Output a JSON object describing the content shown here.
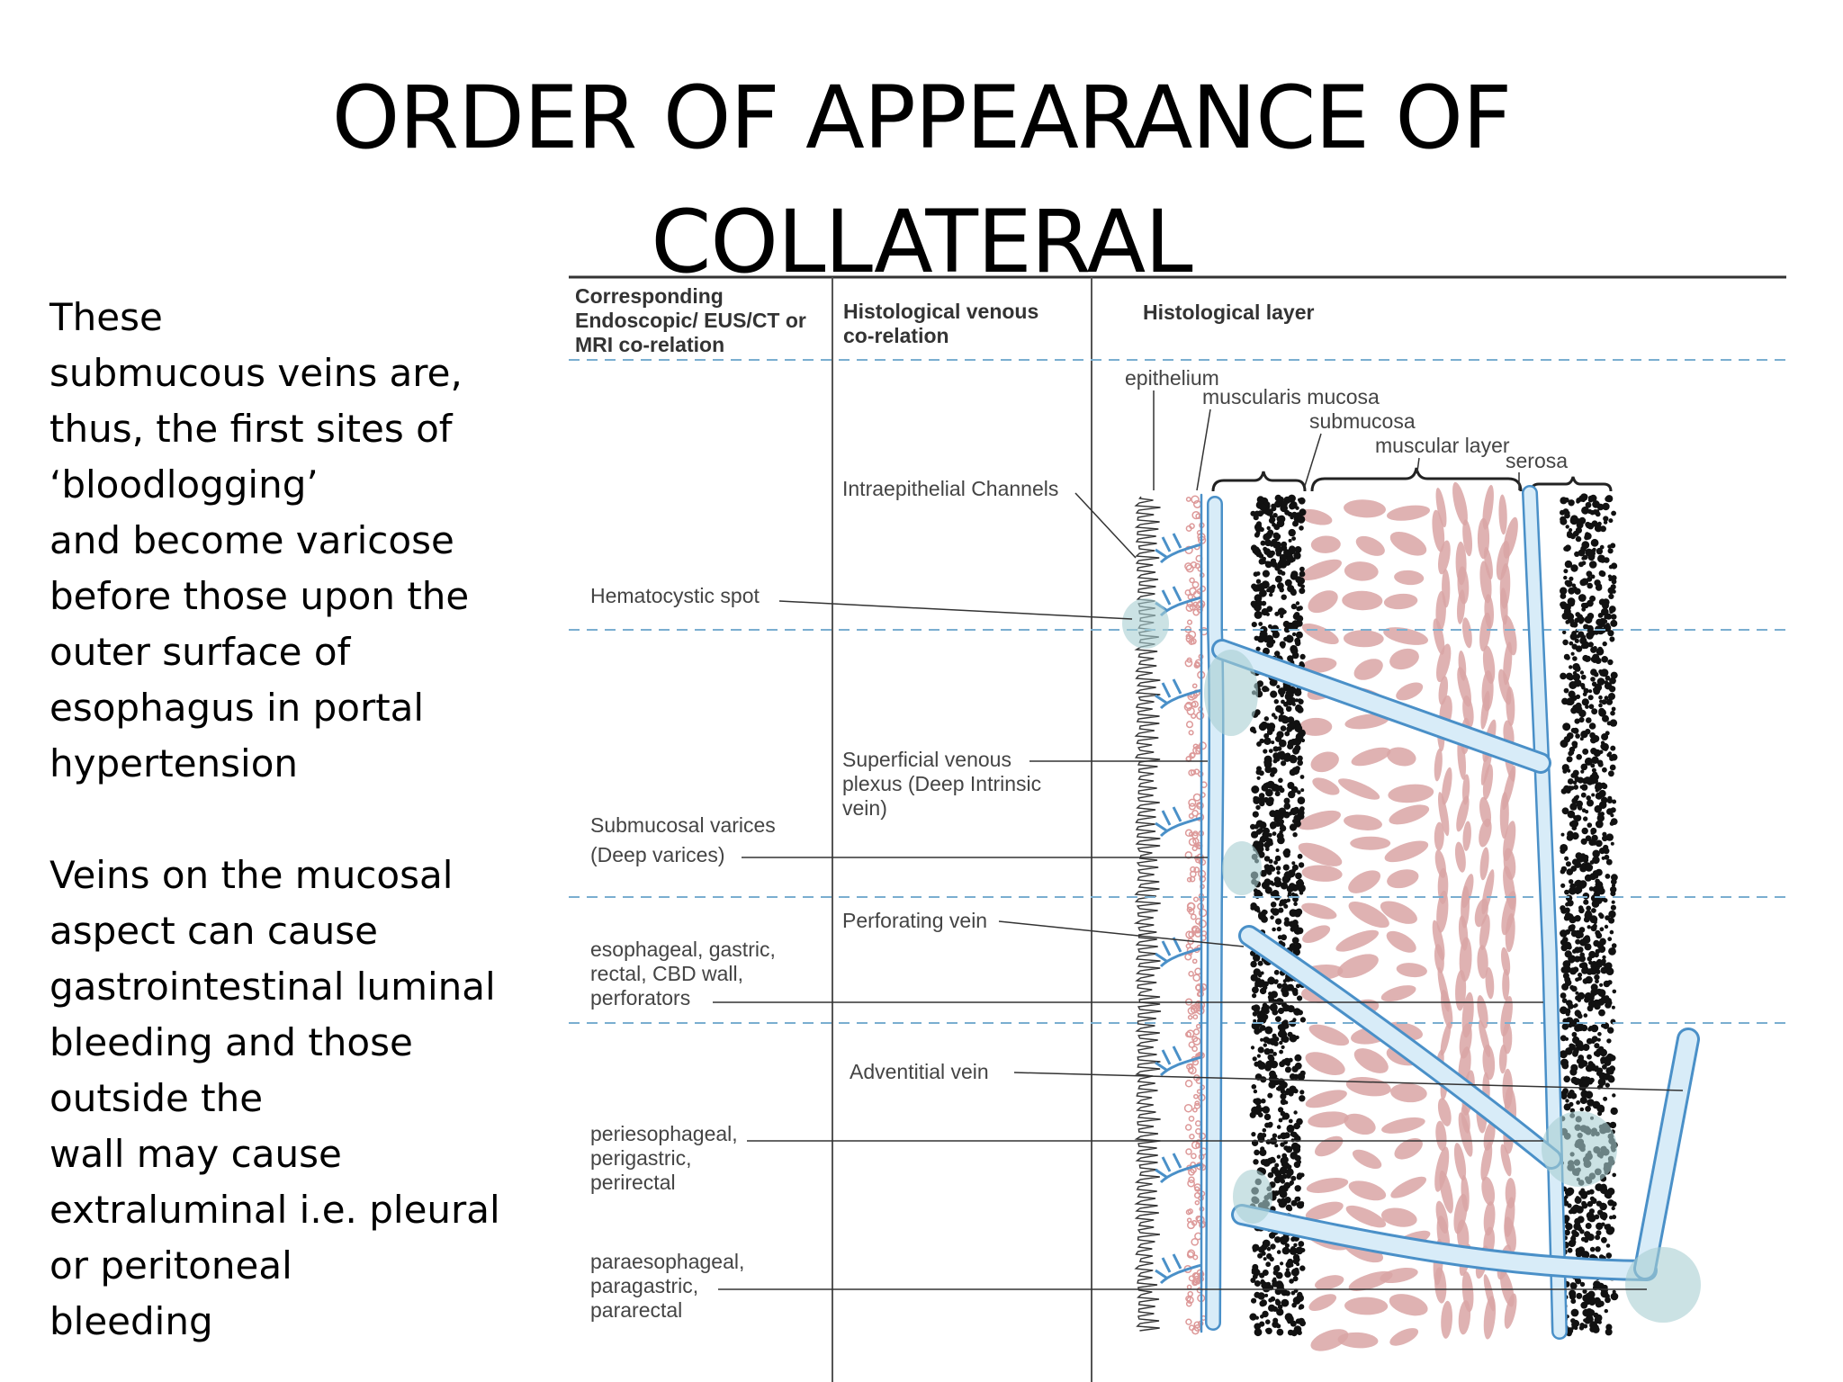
{
  "title": {
    "line1": "ORDER OF APPEARANCE OF",
    "line2": "COLLATERAL"
  },
  "body": {
    "p1": [
      "These",
      "submucous veins are,",
      "thus, the first sites of",
      "‘bloodlogging’",
      "and become varicose",
      "before those upon the",
      "outer surface of",
      "esophagus in portal",
      "hypertension"
    ],
    "p2": [
      "Veins on the mucosal",
      "aspect can cause",
      "gastrointestinal luminal",
      "bleeding and those",
      "outside the",
      "wall may cause",
      "extraluminal i.e. pleural",
      "or peritoneal",
      "bleeding"
    ]
  },
  "diagram": {
    "headers": {
      "col1": [
        "Corresponding",
        "Endoscopic/ EUS/CT or",
        "MRI co-relation"
      ],
      "col2": [
        "Histological venous",
        "co-relation"
      ],
      "col3": "Histological layer"
    },
    "layers": {
      "epithelium": "epithelium",
      "muscularis_mucosa": "muscularis mucosa",
      "submucosa": "submucosa",
      "muscular_layer": "muscular layer",
      "serosa": "serosa"
    },
    "col1_labels": {
      "hematocystic": "Hematocystic spot",
      "submucosal": [
        "Submucosal varices",
        "(Deep varices)"
      ],
      "perforators": [
        "esophageal, gastric,",
        "rectal, CBD wall,",
        "perforators"
      ],
      "peri": [
        "periesophageal,",
        "perigastric,",
        "perirectal"
      ],
      "para": [
        "paraesophageal,",
        "paragastric,",
        "pararectal"
      ]
    },
    "col2_labels": {
      "intraepithelial": "Intraepithelial Channels",
      "superficial": [
        "Superficial venous",
        "plexus (Deep Intrinsic",
        "vein)"
      ],
      "perforating": "Perforating vein",
      "adventitial": "Adventitial vein"
    }
  }
}
